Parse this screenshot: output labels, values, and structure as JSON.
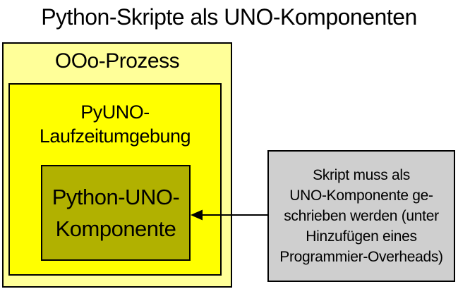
{
  "title": "Python-Skripte als UNO-Komponenten",
  "colors": {
    "outer_box_fill": "#FFFF99",
    "runtime_box_fill": "#FFFF00",
    "component_box_fill": "#B1B100",
    "note_box_fill": "#CFCFCF",
    "border": "#000000",
    "background": "#FFFFFF",
    "text": "#000000"
  },
  "diagram": {
    "outer_box": {
      "label": "OOo-Prozess"
    },
    "runtime_box": {
      "lines": [
        "PyUNO-",
        "Laufzeitumgebung"
      ]
    },
    "component_box": {
      "lines": [
        "Python-UNO-",
        "Komponente"
      ]
    },
    "note_box": {
      "lines": [
        "Skript muss als",
        "UNO-Komponente ge-",
        "schrieben werden (unter",
        "Hinzufügen eines",
        "Programmier-Overheads)"
      ]
    }
  }
}
